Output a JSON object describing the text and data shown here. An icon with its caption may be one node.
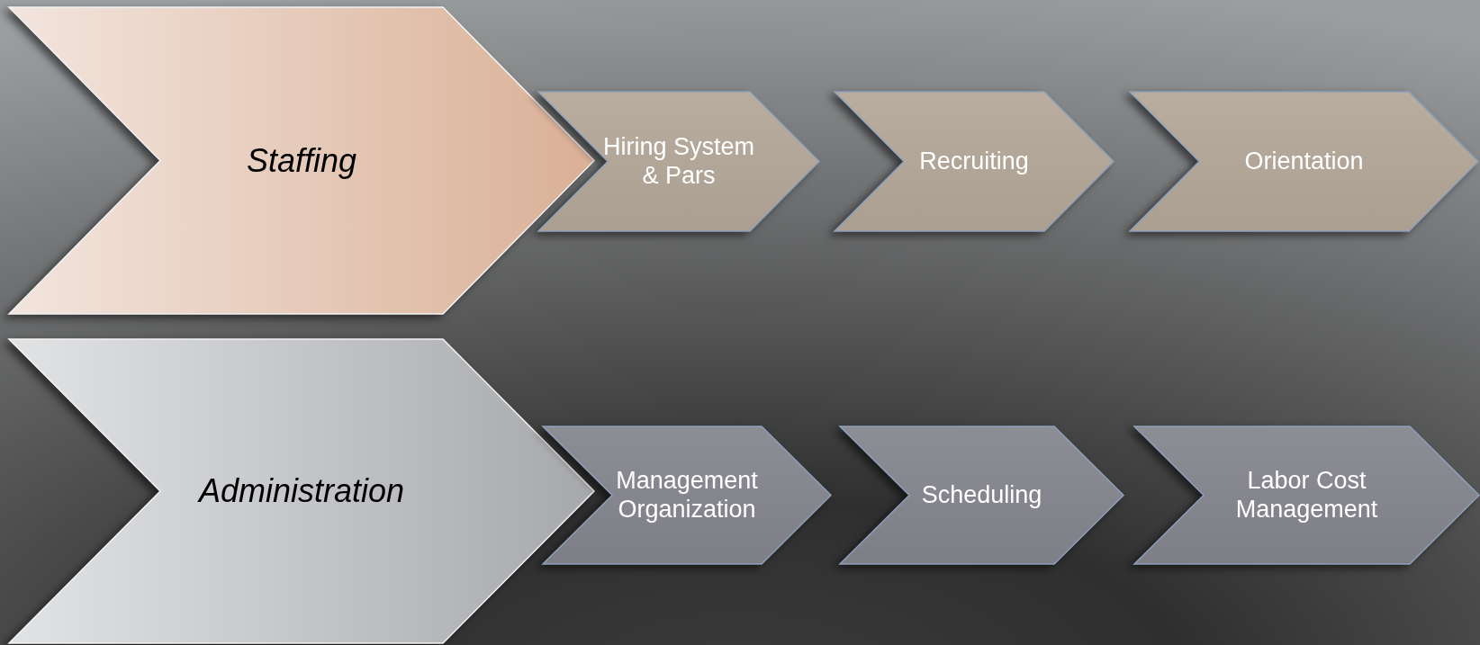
{
  "diagram": {
    "nodes": [
      {
        "text": [
          "Staffing"
        ]
      },
      {
        "text": [
          "Hiring System & Pars"
        ]
      },
      {
        "text": [
          "Recruiting"
        ]
      },
      {
        "text": [
          "Orientation"
        ]
      },
      {
        "text": [
          "Administration"
        ]
      },
      {
        "text": [
          "Management Organization"
        ]
      },
      {
        "text": [
          "Scheduling"
        ]
      },
      {
        "text": [
          "Labor Cost Management"
        ]
      }
    ]
  }
}
